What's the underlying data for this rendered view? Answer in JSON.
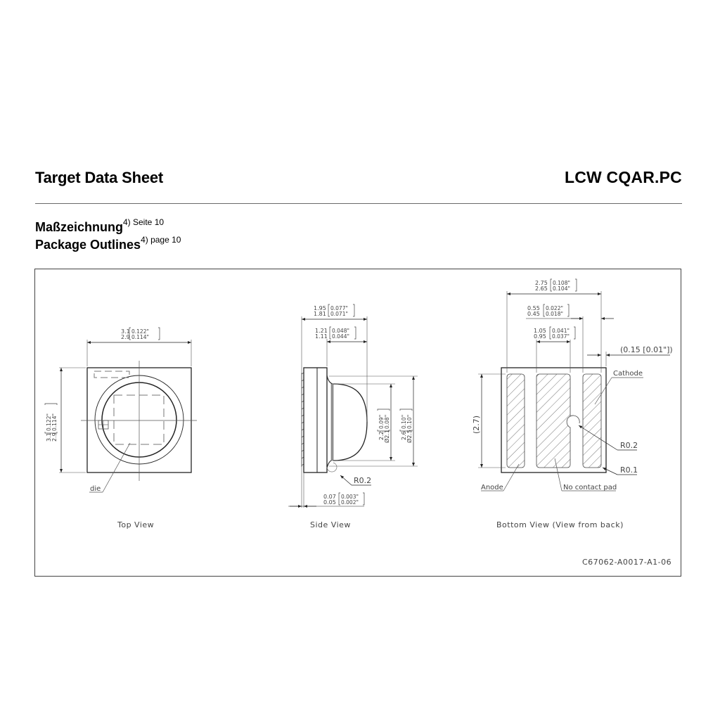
{
  "header": {
    "title": "Target Data Sheet",
    "part_number": "LCW CQAR.PC"
  },
  "section": {
    "german_title": "Maßzeichnung",
    "german_note": "4) Seite 10",
    "english_title": "Package Outlines",
    "english_note": "4) page 10"
  },
  "drawing": {
    "top_view": {
      "label": "Top View",
      "width_dim": {
        "max": "3.1",
        "min": "2.9",
        "max_in": "0.122\"",
        "min_in": "0.114\""
      },
      "height_dim": {
        "max": "3.1",
        "min": "2.9",
        "max_in": "0.122\"",
        "min_in": "0.114\""
      },
      "die_label": "die"
    },
    "side_view": {
      "label": "Side View",
      "total_height_dim": {
        "max": "1.95",
        "min": "1.81",
        "max_in": "0.077\"",
        "min_in": "0.071\""
      },
      "lens_height_dim": {
        "max": "1.21",
        "min": "1.11",
        "max_in": "0.048\"",
        "min_in": "0.044\""
      },
      "lens_dia_dim": {
        "max": "2.2",
        "min": "Ø2.1",
        "max_in": "0.09\"",
        "min_in": "0.08\""
      },
      "ring_dia_dim": {
        "max": "2.6",
        "min": "Ø2.5",
        "max_in": "0.10\"",
        "min_in": "0.10\""
      },
      "radius_label": "R0.2",
      "standoff_dim": {
        "max": "0.07",
        "min": "0.05",
        "max_in": "0.003\"",
        "min_in": "0.002\""
      }
    },
    "bottom_view": {
      "label": "Bottom View (View from back)",
      "pad_span_dim": {
        "max": "2.75",
        "min": "2.65",
        "max_in": "0.108\"",
        "min_in": "0.104\""
      },
      "cathode_width_dim": {
        "max": "0.55",
        "min": "0.45",
        "max_in": "0.022\"",
        "min_in": "0.018\""
      },
      "center_pad_dim": {
        "max": "1.05",
        "min": "0.95",
        "max_in": "0.041\"",
        "min_in": "0.037\""
      },
      "edge_gap_dim": "(0.15 [0.01\"])",
      "pad_length_dim": "(2.7)",
      "cathode_label": "Cathode",
      "anode_label": "Anode",
      "no_contact_label": "No contact pad",
      "notch_radius_label": "R0.2",
      "corner_radius_label": "R0.1"
    },
    "drawing_number": "C67062-A0017-A1-06"
  }
}
